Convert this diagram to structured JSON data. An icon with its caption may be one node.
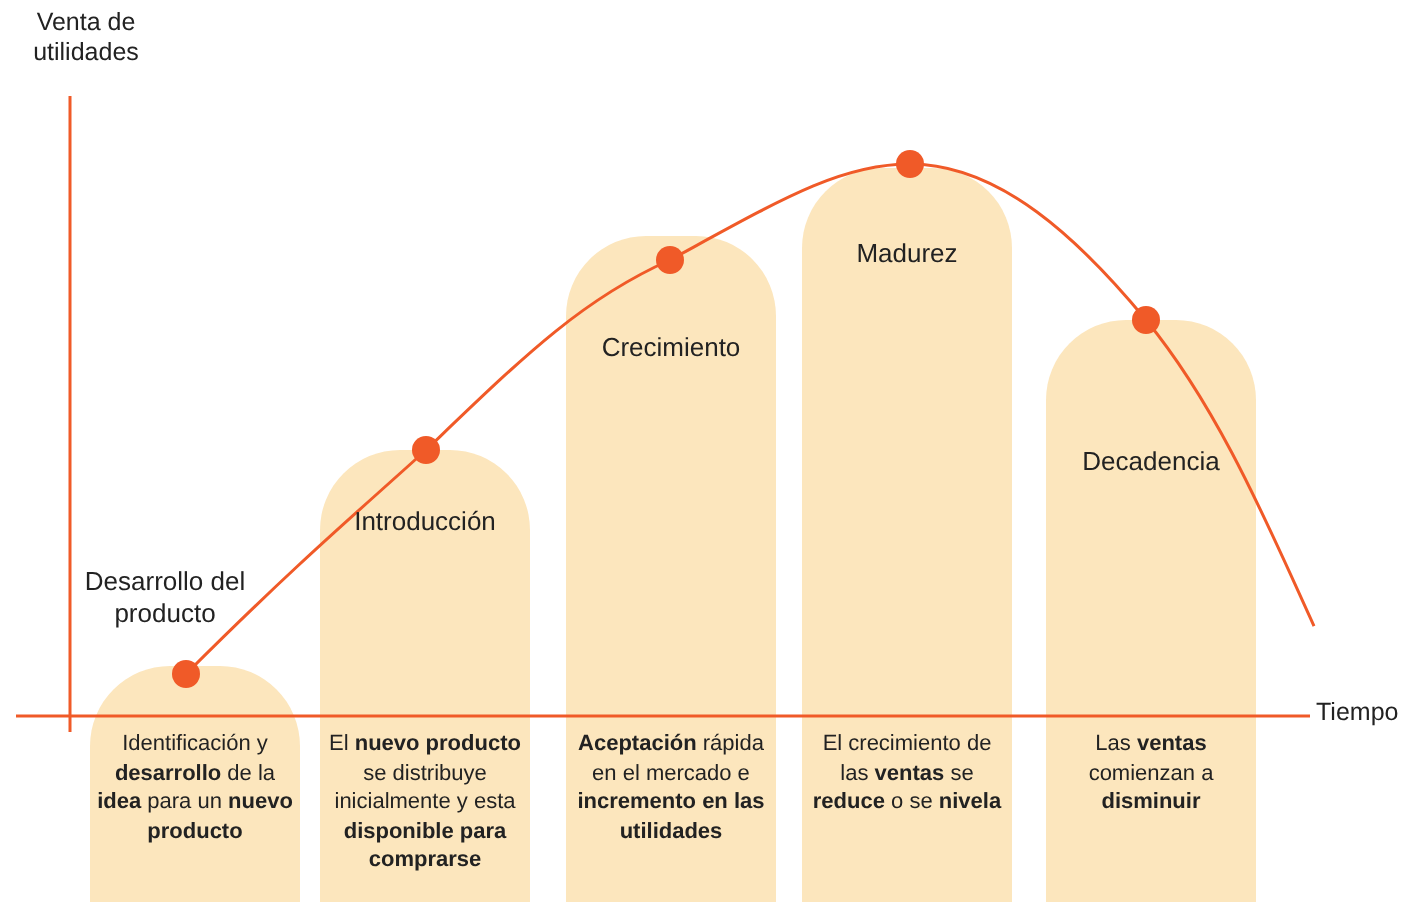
{
  "diagram": {
    "nodes": [
      {
        "text": [
          "Desarrollo del producto",
          "Identificación y **desarrollo** de la **idea** para un **nuevo producto**"
        ]
      },
      {
        "text": [
          "Introducción",
          "El **nuevo producto** se distribuye inicialmente y esta **disponible para comprarse**"
        ]
      },
      {
        "text": [
          "Crecimiento",
          "**Aceptación** rápida en el mercado e **incremento en las utilidades**"
        ]
      },
      {
        "text": [
          "Madurez",
          "El crecimiento de las **ventas** se **reduce** o se **nivela**"
        ]
      },
      {
        "text": [
          "Decadencia",
          "Las **ventas** comienzan a **disminuir**"
        ]
      }
    ],
    "labels": [
      "Venta de utilidades",
      "Tiempo"
    ]
  }
}
